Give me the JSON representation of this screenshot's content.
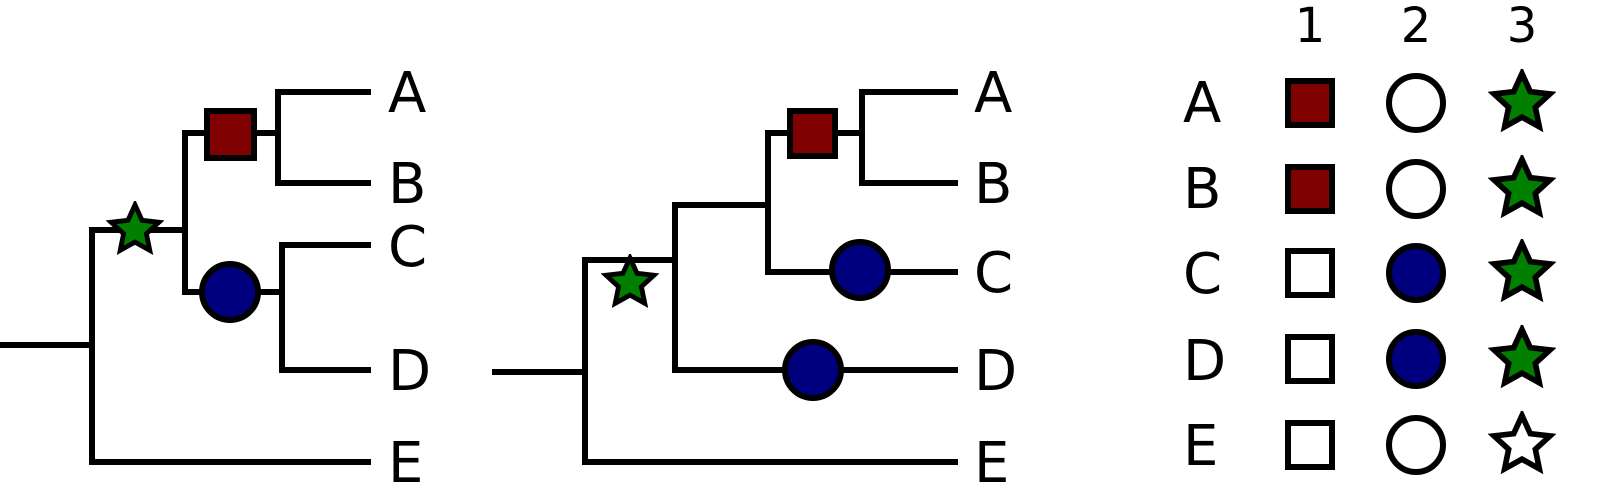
{
  "colors": {
    "red": "#7f0000",
    "blue": "#00007f",
    "green": "#007f00",
    "line": "#000000",
    "empty": "#ffffff"
  },
  "trees": [
    {
      "tips": [
        "A",
        "B",
        "C",
        "D",
        "E"
      ],
      "markers": [
        {
          "shape": "star-icon",
          "character": "3",
          "state": "present"
        },
        {
          "shape": "square-icon",
          "character": "1",
          "state": "present"
        },
        {
          "shape": "circle-icon",
          "character": "2",
          "state": "present"
        }
      ]
    },
    {
      "tips": [
        "A",
        "B",
        "C",
        "D",
        "E"
      ],
      "markers": [
        {
          "shape": "star-icon",
          "character": "3",
          "state": "present"
        },
        {
          "shape": "square-icon",
          "character": "1",
          "state": "present"
        },
        {
          "shape": "circle-icon",
          "character": "2",
          "state": "present"
        },
        {
          "shape": "circle-icon",
          "character": "2",
          "state": "present"
        }
      ]
    }
  ],
  "matrix": {
    "headers": [
      "1",
      "2",
      "3"
    ],
    "rows": [
      {
        "label": "A",
        "states": [
          1,
          0,
          1
        ]
      },
      {
        "label": "B",
        "states": [
          1,
          0,
          1
        ]
      },
      {
        "label": "C",
        "states": [
          0,
          1,
          1
        ]
      },
      {
        "label": "D",
        "states": [
          0,
          1,
          1
        ]
      },
      {
        "label": "E",
        "states": [
          0,
          0,
          0
        ]
      }
    ],
    "shapes": [
      "square-icon",
      "circle-icon",
      "star-icon"
    ]
  }
}
